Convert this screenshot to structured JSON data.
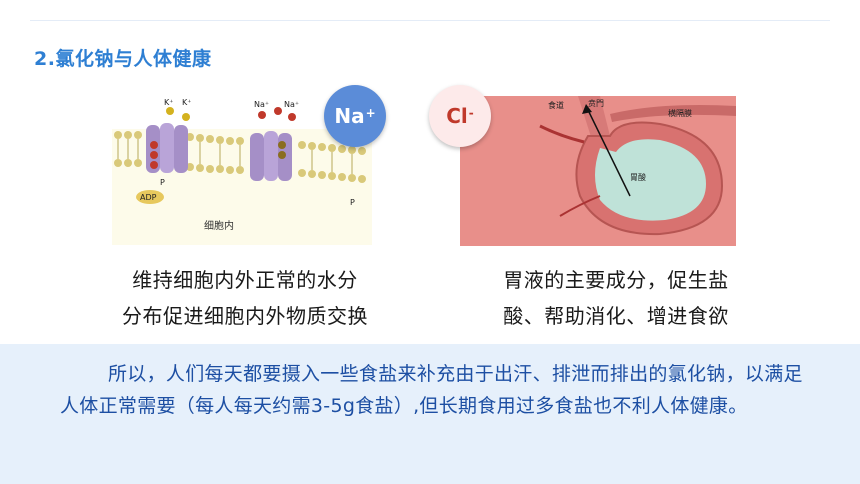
{
  "slide": {
    "title": "2.氯化钠与人体健康",
    "ion_na": {
      "label": "Na",
      "charge": "+"
    },
    "ion_cl": {
      "label": "Cl",
      "charge": "-"
    },
    "cell_image": {
      "label_inside": "细胞内",
      "ions": [
        "K⁺",
        "Na⁺",
        "ADP",
        "P"
      ]
    },
    "stomach_image": {
      "labels": [
        "食道",
        "贲門",
        "横隔膜",
        "胃酸"
      ]
    },
    "caption_left": [
      "维持细胞内外正常的水分",
      "分布促进细胞内外物质交换"
    ],
    "caption_right": [
      "胃液的主要成分，促生盐",
      "酸、帮助消化、增进食欲"
    ],
    "conclusion": "所以，人们每天都要摄入一些食盐来补充由于出汗、排泄而排出的氯化钠，以满足人体正常需要（每人每天约需3-5g食盐）,但长期食用过多食盐也不利人体健康。"
  },
  "colors": {
    "title": "#2e7fd3",
    "conclusion_bg": "#e6f0fb",
    "conclusion_text": "#1d4fa3",
    "na_circle": "#5b8cd8",
    "cl_circle": "#fdeaea"
  }
}
